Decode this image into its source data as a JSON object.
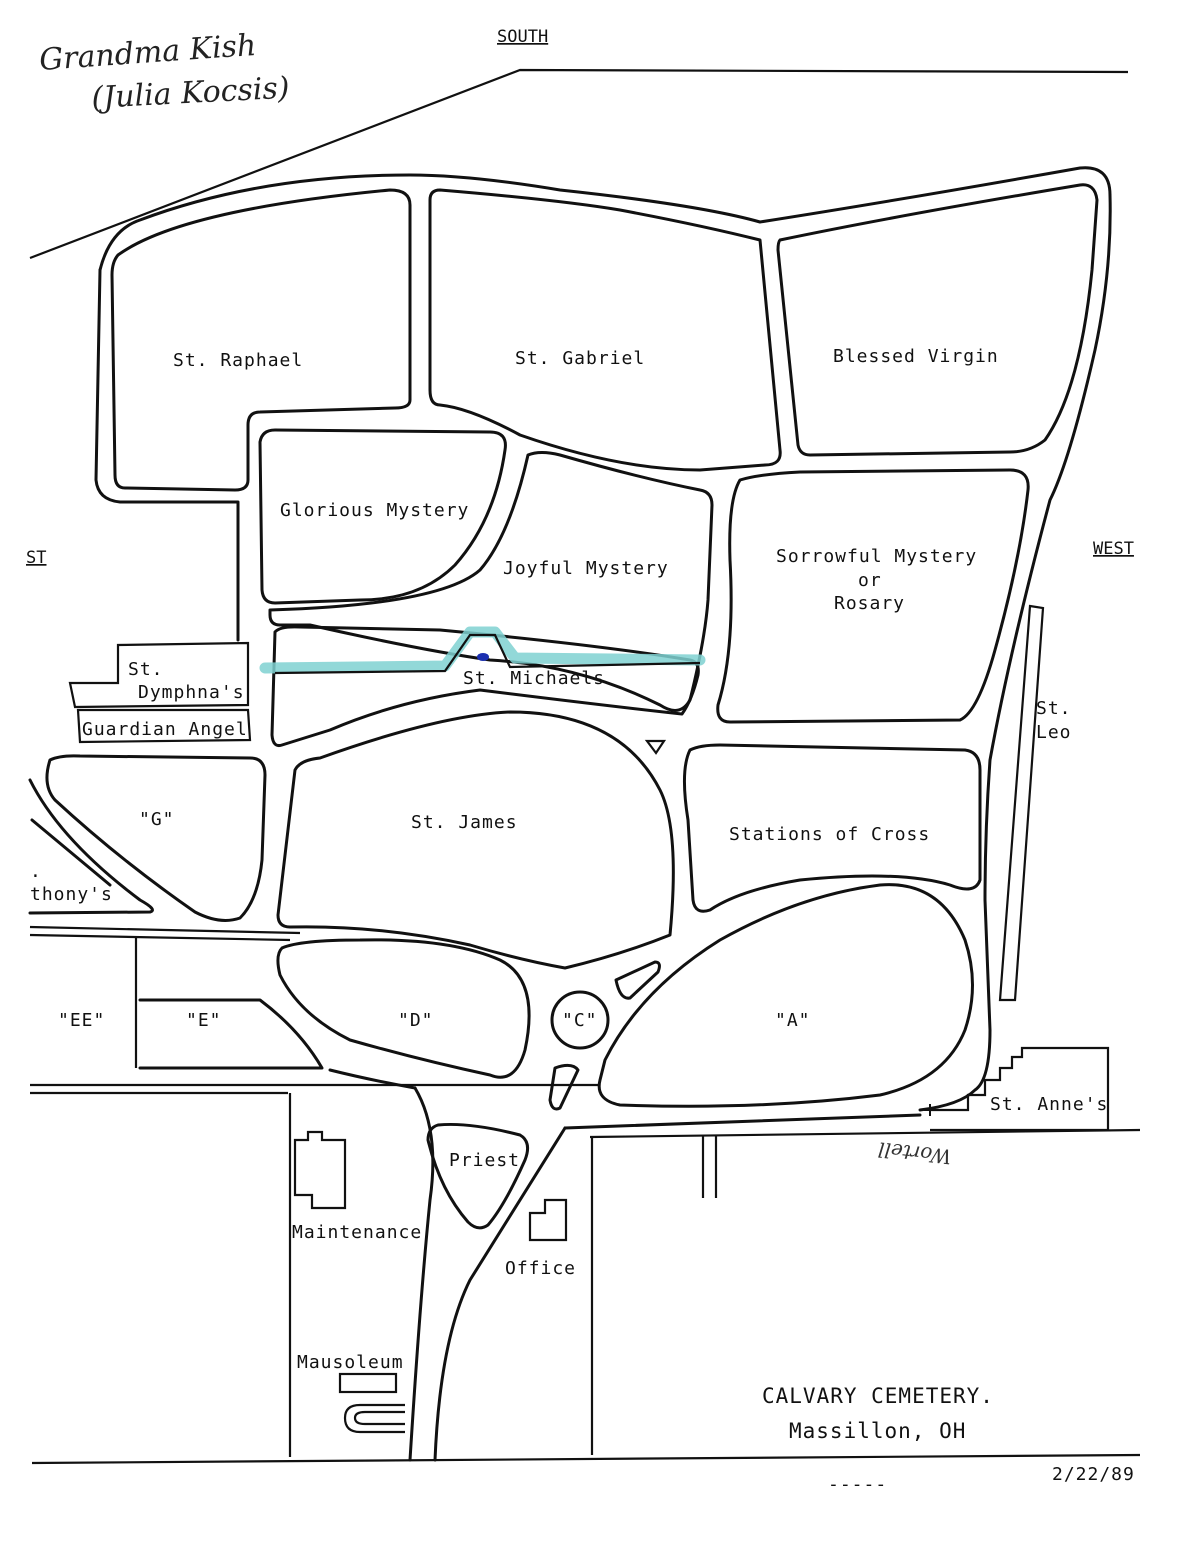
{
  "annotation": {
    "handwritten_line1": "Grandma Kish",
    "handwritten_line2": "(Julia Kocsis)",
    "street_note": "Wortell"
  },
  "compass": {
    "south": "SOUTH",
    "west": "WEST",
    "east_fragment": "ST"
  },
  "sections": {
    "st_raphael": "St. Raphael",
    "st_gabriel": "St. Gabriel",
    "blessed_virgin": "Blessed Virgin",
    "glorious_mystery": "Glorious Mystery",
    "joyful_mystery": "Joyful Mystery",
    "sorrowful_line1": "Sorrowful Mystery",
    "sorrowful_line2": "or",
    "sorrowful_line3": "Rosary",
    "st_michaels": "St. Michaels",
    "st_dymphna_line1": "St.",
    "st_dymphna_line2": "Dymphna's",
    "guardian_angel": "Guardian Angel",
    "st_leo_line1": "St.",
    "st_leo_line2": "Leo",
    "g": "\"G\"",
    "st_james": "St. James",
    "stations": "Stations of Cross",
    "st_anthony_line1": ".",
    "st_anthony_line2": "thony's",
    "ee": "\"EE\"",
    "e": "\"E\"",
    "d": "\"D\"",
    "c": "\"C\"",
    "a": "\"A\"",
    "st_annes": "St. Anne's",
    "priest": "Priest",
    "maintenance": "Maintenance",
    "office": "Office",
    "mausoleum": "Mausoleum"
  },
  "footer": {
    "cemetery_name": "CALVARY  CEMETERY.",
    "location": "Massillon, OH",
    "date": "2/22/89",
    "dashes": "-----"
  },
  "colors": {
    "highlight": "#7fd1d1",
    "marker": "#1b2fb0",
    "ink": "#111111"
  }
}
